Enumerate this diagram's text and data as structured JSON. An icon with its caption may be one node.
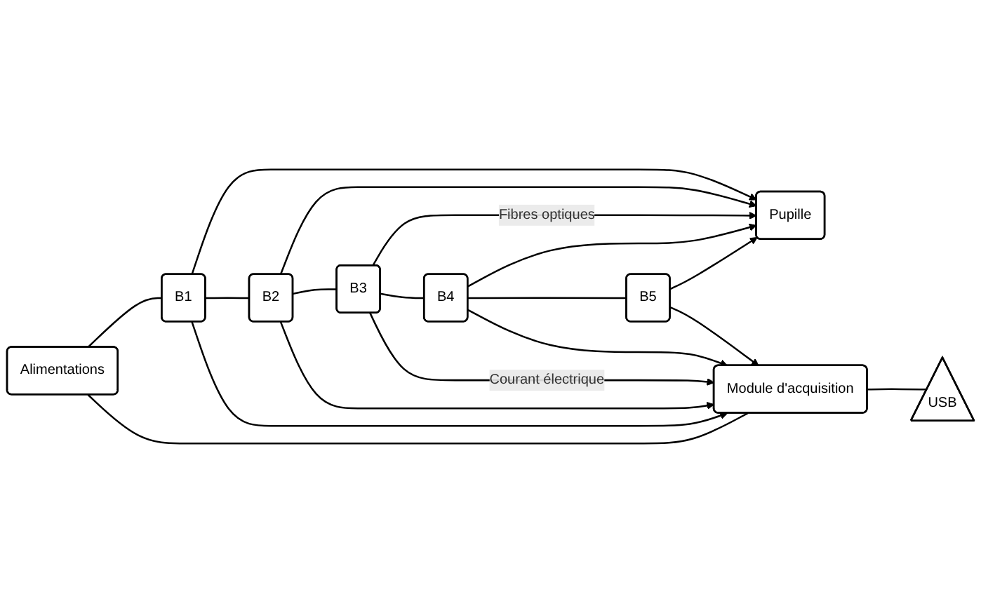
{
  "diagram": {
    "nodes": [
      {
        "text": [
          "Pupille"
        ]
      },
      {
        "text": [
          "Alimentations"
        ]
      },
      {
        "text": [
          "B1"
        ]
      },
      {
        "text": [
          "B2"
        ]
      },
      {
        "text": [
          "B3"
        ]
      },
      {
        "text": [
          "B4"
        ]
      },
      {
        "text": [
          "B5"
        ]
      },
      {
        "text": [
          "Module d'acquisition"
        ]
      },
      {
        "text": [
          "USB"
        ]
      }
    ],
    "edges": [
      {
        "from": 2,
        "to": 0,
        "arrow": "to"
      },
      {
        "from": 3,
        "to": 0,
        "arrow": "to"
      },
      {
        "from": 4,
        "to": 0,
        "arrow": "to",
        "label": "Fibres optiques"
      },
      {
        "from": 5,
        "to": 0,
        "arrow": "to"
      },
      {
        "from": 6,
        "to": 0,
        "arrow": "to"
      },
      {
        "from": 1,
        "to": 2,
        "arrow": "none"
      },
      {
        "from": 2,
        "to": 3,
        "arrow": "none"
      },
      {
        "from": 3,
        "to": 4,
        "arrow": "none"
      },
      {
        "from": 4,
        "to": 5,
        "arrow": "none"
      },
      {
        "from": 5,
        "to": 6,
        "arrow": "none"
      },
      {
        "from": 2,
        "to": 7,
        "arrow": "to"
      },
      {
        "from": 3,
        "to": 7,
        "arrow": "to"
      },
      {
        "from": 4,
        "to": 7,
        "arrow": "to",
        "label": "Courant électrique"
      },
      {
        "from": 5,
        "to": 7,
        "arrow": "to"
      },
      {
        "from": 6,
        "to": 7,
        "arrow": "to"
      },
      {
        "from": 1,
        "to": 7,
        "arrow": "none"
      },
      {
        "from": 7,
        "to": 8,
        "arrow": "none"
      }
    ]
  }
}
